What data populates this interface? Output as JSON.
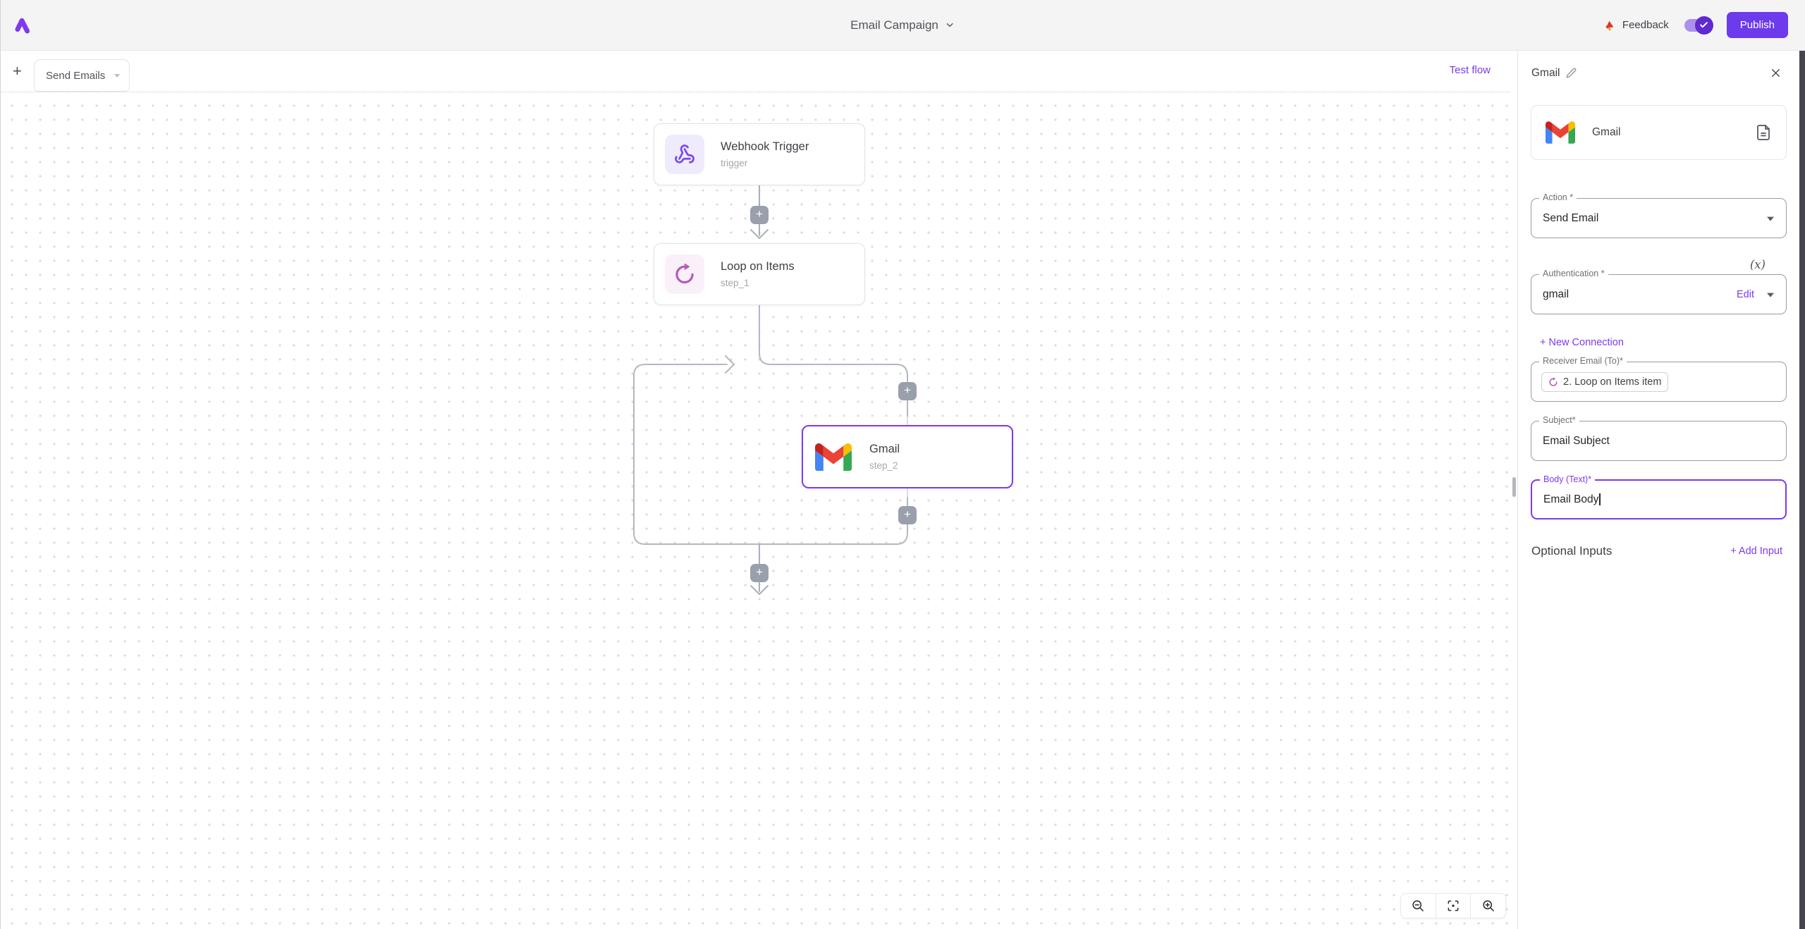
{
  "colors": {
    "accent": "#7c3aed",
    "publish_button": "#6d3aec",
    "toggle_track": "#ab91ea",
    "toggle_knob": "#5f2ad1",
    "edge": "#a9afbb",
    "plus_button": "#99a0ac",
    "webhook_icon": "#7a48f0",
    "loop_icon": "#b55cb5",
    "selected_node_border": "#7c3aed"
  },
  "topbar": {
    "title": "Email Campaign",
    "feedback_label": "Feedback",
    "publish_label": "Publish"
  },
  "tabbar": {
    "add_flow_icon": "+",
    "flow_tab_label": "Send Emails",
    "test_flow_label": "Test flow"
  },
  "canvas": {
    "add_step_icon": "+",
    "nodes": [
      {
        "title": "Webhook Trigger",
        "subtitle": "trigger"
      },
      {
        "title": "Loop on Items",
        "subtitle": "step_1"
      },
      {
        "title": "Gmail",
        "subtitle": "step_2"
      }
    ]
  },
  "panel": {
    "header_title": "Gmail",
    "piece_name": "Gmail",
    "action_field": {
      "label": "Action *",
      "value": "Send Email"
    },
    "variable_icon": "(x)",
    "auth_field": {
      "label": "Authentication *",
      "value": "gmail",
      "edit_label": "Edit"
    },
    "new_connection_label": "+ New Connection",
    "receiver_field": {
      "label": "Receiver Email (To)*",
      "token_label": "2. Loop on Items item"
    },
    "subject_field": {
      "label": "Subject*",
      "value": "Email Subject"
    },
    "body_field": {
      "label": "Body (Text)*",
      "value": "Email Body"
    },
    "optional_inputs_label": "Optional Inputs",
    "add_input_label": "+ Add Input"
  }
}
